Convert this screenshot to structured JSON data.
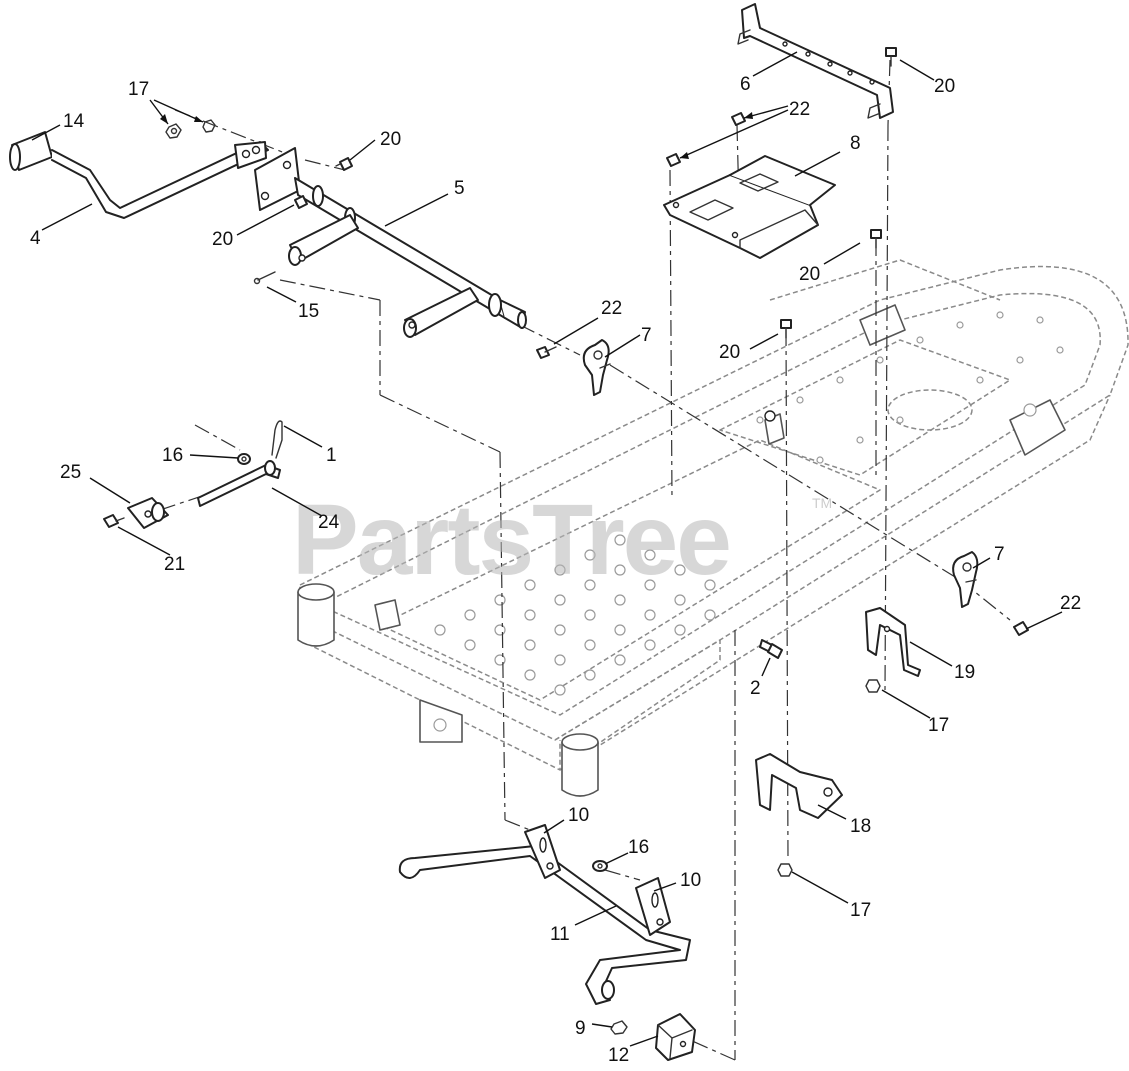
{
  "watermark": {
    "text": "PartsTree",
    "trademark": "TM"
  },
  "callouts": {
    "c1": "1",
    "c2": "2",
    "c4": "4",
    "c5": "5",
    "c6": "6",
    "c7a": "7",
    "c7b": "7",
    "c8": "8",
    "c9": "9",
    "c10a": "10",
    "c10b": "10",
    "c11": "11",
    "c12": "12",
    "c14": "14",
    "c15": "15",
    "c16a": "16",
    "c16b": "16",
    "c17a": "17",
    "c17b": "17",
    "c17c": "17",
    "c18": "18",
    "c19": "19",
    "c20a": "20",
    "c20b": "20",
    "c20c": "20",
    "c20d": "20",
    "c20e": "20",
    "c21": "21",
    "c22a": "22",
    "c22b": "22",
    "c22c": "22",
    "c24": "24",
    "c25": "25"
  }
}
